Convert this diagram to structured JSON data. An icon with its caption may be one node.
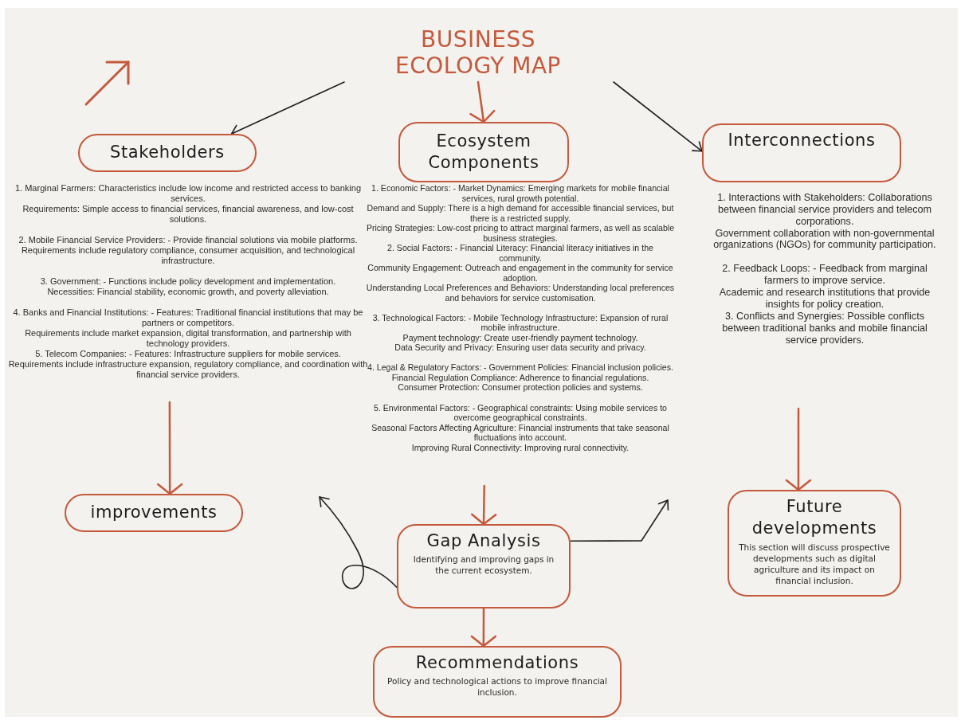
{
  "diagram": {
    "nodes": [
      {
        "text": [
          "BUSINESS ECOLOGY MAP"
        ]
      },
      {
        "text": [
          "Stakeholders"
        ]
      },
      {
        "text": [
          "Ecosystem Components"
        ]
      },
      {
        "text": [
          "Interconnections"
        ]
      },
      {
        "text": [
          "1. Marginal Farmers: Characteristics include low income and restricted access to banking services.",
          "Requirements: Simple access to financial services, financial awareness, and low-cost solutions.",
          "2. Mobile Financial Service Providers: - Provide financial solutions via mobile platforms.",
          "Requirements include regulatory compliance, consumer acquisition, and technological infrastructure.",
          "3. Government: - Functions include policy development and implementation.",
          "Necessities: Financial stability, economic growth, and poverty alleviation.",
          "4. Banks and Financial Institutions: - Features: Traditional financial institutions that may be partners or competitors.",
          "Requirements include market expansion, digital transformation, and partnership with technology providers.",
          "5. Telecom Companies: - Features: Infrastructure suppliers for mobile services.",
          "Requirements include infrastructure expansion, regulatory compliance, and coordination with financial service providers."
        ]
      },
      {
        "text": [
          "1. Economic Factors: - Market Dynamics: Emerging markets for mobile financial services, rural growth potential.",
          "Demand and Supply: There is a high demand for accessible financial services, but there is a restricted supply.",
          "Pricing Strategies: Low-cost pricing to attract marginal farmers, as well as scalable business strategies.",
          "2. Social Factors: - Financial Literacy: Financial literacy initiatives in the community.",
          "Community Engagement: Outreach and engagement in the community for service adoption.",
          "Understanding Local Preferences and Behaviors: Understanding local preferences and behaviors for service customisation.",
          "3. Technological Factors: - Mobile Technology Infrastructure: Expansion of rural mobile infrastructure.",
          "Payment technology: Create user-friendly payment technology.",
          "Data Security and Privacy: Ensuring user data security and privacy.",
          "4. Legal & Regulatory Factors: - Government Policies: Financial inclusion policies.",
          "Financial Regulation Compliance: Adherence to financial regulations.",
          "Consumer Protection: Consumer protection policies and systems.",
          "5. Environmental Factors: - Geographical constraints: Using mobile services to overcome geographical constraints.",
          "Seasonal Factors Affecting Agriculture: Financial instruments that take seasonal fluctuations into account.",
          "Improving Rural Connectivity: Improving rural connectivity."
        ]
      },
      {
        "text": [
          "1. Interactions with Stakeholders: Collaborations between financial service providers and telecom corporations.",
          "Government collaboration with non-governmental organizations (NGOs) for community participation.",
          "2. Feedback Loops: - Feedback from marginal farmers to improve service.",
          "Academic and research institutions that provide insights for policy creation.",
          "3. Conflicts and Synergies: Possible conflicts between traditional banks and mobile financial service providers."
        ]
      },
      {
        "text": [
          "improvements"
        ]
      },
      {
        "text": [
          "Gap Analysis",
          "Identifying and improving gaps in the current ecosystem."
        ]
      },
      {
        "text": [
          "Future developments",
          "This section will discuss prospective developments such as digital agriculture and its impact on financial inclusion."
        ]
      },
      {
        "text": [
          "Recommendations",
          "Policy and technological actions to improve financial inclusion."
        ]
      }
    ],
    "edges": [
      {
        "from": 0,
        "to": 1,
        "arrow": "to",
        "color": "#1f1f1f"
      },
      {
        "from": 0,
        "to": 2,
        "arrow": "to"
      },
      {
        "from": 0,
        "to": 3,
        "arrow": "to",
        "color": "#1f1f1f"
      },
      {
        "from": 4,
        "to": 7,
        "arrow": "to"
      },
      {
        "from": 5,
        "to": 8,
        "arrow": "to"
      },
      {
        "from": 6,
        "to": 9,
        "arrow": "to"
      },
      {
        "from": 8,
        "to": null,
        "arrow": "to",
        "color": "#1f1f1f"
      },
      {
        "from": 8,
        "to": null,
        "arrow": "to",
        "color": "#1f1f1f"
      },
      {
        "from": 8,
        "to": 10,
        "arrow": "to"
      }
    ]
  }
}
